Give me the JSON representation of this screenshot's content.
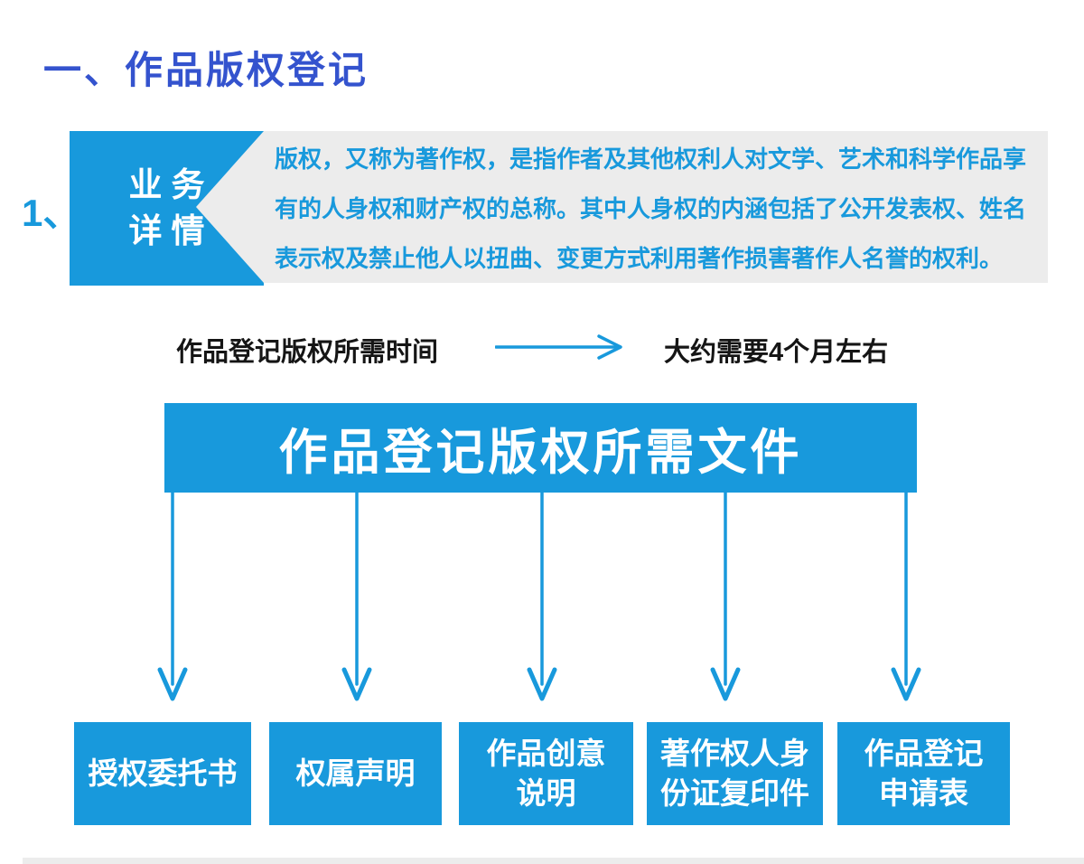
{
  "page": {
    "title": "一、作品版权登记",
    "section_number": "1、"
  },
  "business": {
    "label_line1": "业务",
    "label_line2": "详情",
    "description_lines": [
      "版权，又称为著作权，是指作者及其他权利人对文学、艺术和科学作品享",
      "有的人身权和财产权的总称。其中人身权的内涵包括了公开发表权、姓名",
      "表示权及禁止他人以扭曲、变更方式利用著作损害著作人名誉的权利。"
    ]
  },
  "time_row": {
    "label": "作品登记版权所需时间",
    "value": "大约需要4个月左右"
  },
  "documents": {
    "header": "作品登记版权所需文件",
    "items": [
      {
        "lines": [
          "授权委托书"
        ]
      },
      {
        "lines": [
          "权属声明"
        ]
      },
      {
        "lines": [
          "作品创意",
          "说明"
        ]
      },
      {
        "lines": [
          "著作权人身",
          "份证复印件"
        ]
      },
      {
        "lines": [
          "作品登记",
          "申请表"
        ]
      }
    ]
  },
  "icons": {
    "right_arrow": "right-arrow-icon",
    "down_arrow": "down-arrow-icon"
  },
  "colors": {
    "accent": "#1899DC",
    "title_blue": "#3453CE",
    "panel_gray": "#ECECEC",
    "text_black": "#151515"
  }
}
